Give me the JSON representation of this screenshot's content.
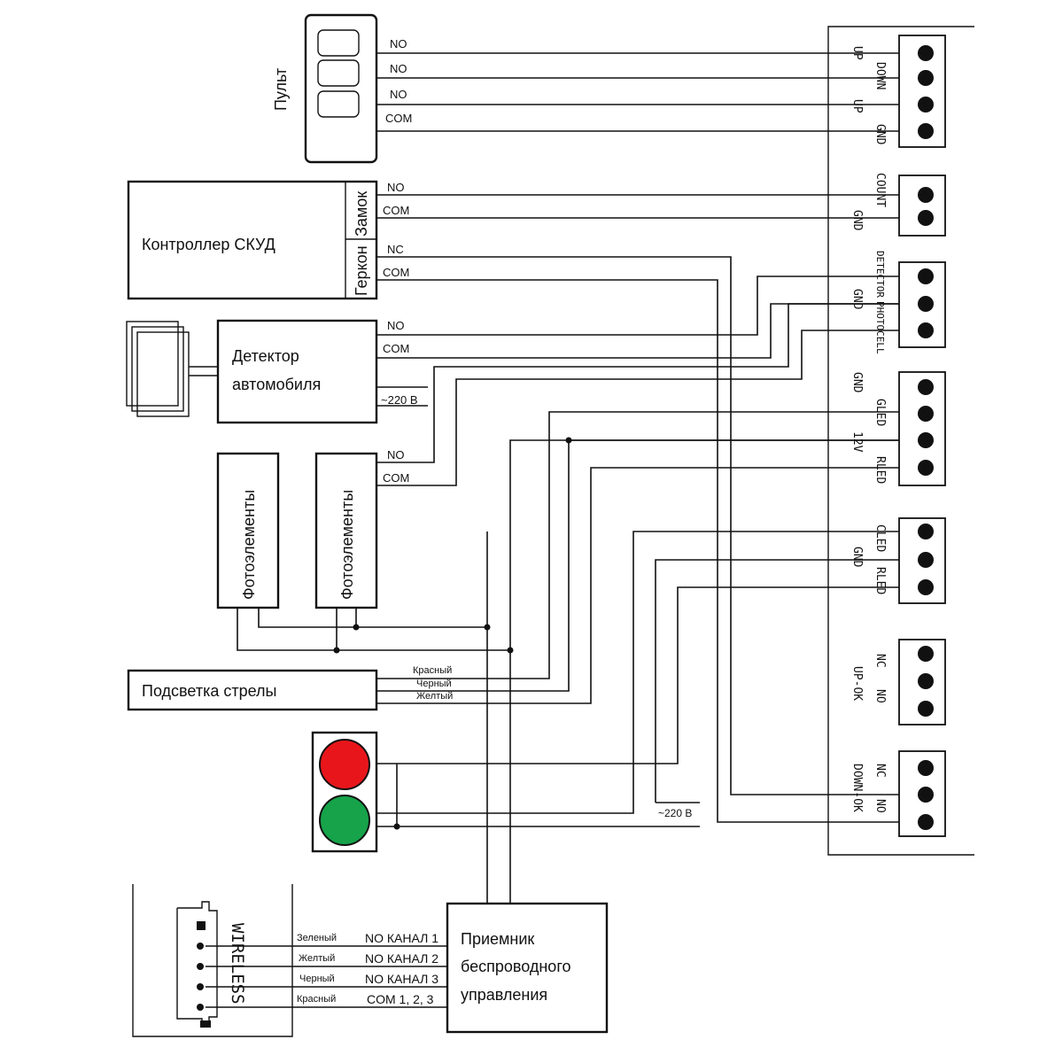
{
  "remote": {
    "label": "Пульт",
    "wires": [
      "NO",
      "NO",
      "NO",
      "COM"
    ]
  },
  "controller": {
    "label": "Контроллер СКУД",
    "lock_label": "Замок",
    "gerkon_label": "Геркон",
    "lock_wires": [
      "NO",
      "COM"
    ],
    "gerkon_wires": [
      "NC",
      "COM"
    ]
  },
  "detector": {
    "label_line1": "Детектор",
    "label_line2": "автомобиля",
    "wires": [
      "NO",
      "COM"
    ],
    "power": "~220 В"
  },
  "photocells": {
    "left_label": "Фотоэлементы",
    "right_label": "Фотоэлементы",
    "wires": [
      "NO",
      "COM"
    ]
  },
  "arm_light": {
    "label": "Подсветка стрелы",
    "wires": [
      "Красный",
      "Черный",
      "Желтый"
    ]
  },
  "traffic_light": {
    "red_color": "#e8161b",
    "green_color": "#16a34a",
    "power": "~220 В"
  },
  "wireless_module": {
    "label": "WIRELESS",
    "wires": [
      "Зеленый",
      "Желтый",
      "Черный",
      "Красный"
    ]
  },
  "receiver": {
    "label_line1": "Приемник",
    "label_line2": "беспроводного",
    "label_line3": "управления",
    "channels": [
      "NO КАНАЛ 1",
      "NO КАНАЛ 2",
      "NO КАНАЛ 3",
      "COM 1, 2, 3"
    ]
  },
  "board": {
    "group1": [
      "UP",
      "DOWN",
      "UP",
      "GND"
    ],
    "group2": [
      "COUNT",
      "GND"
    ],
    "group3": [
      "DETECTOR",
      "GND",
      "PHOTOCELL"
    ],
    "group4": [
      "GND",
      "GLED",
      "12V",
      "RLED"
    ],
    "group5": [
      "CLED",
      "GND",
      "RLED"
    ],
    "group6": [
      "NC",
      "UP-OK",
      "NO"
    ],
    "group7": [
      "NC",
      "DOWN-OK",
      "NO"
    ]
  }
}
